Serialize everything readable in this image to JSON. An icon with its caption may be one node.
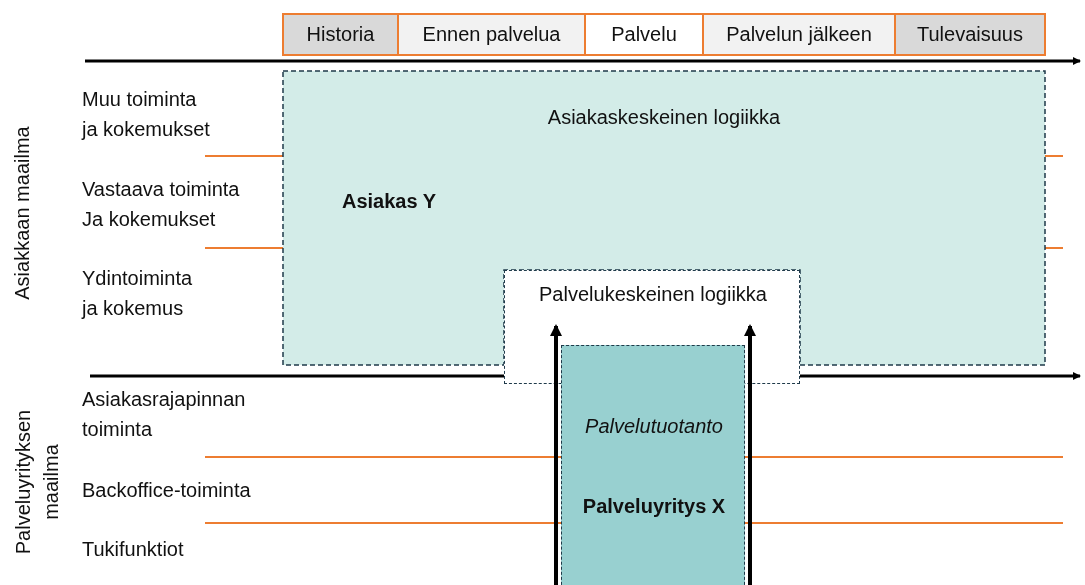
{
  "diagram": {
    "nodes": [
      {
        "text": [
          "Historia"
        ]
      },
      {
        "text": [
          "Ennen palvelua"
        ]
      },
      {
        "text": [
          "Palvelu"
        ]
      },
      {
        "text": [
          "Palvelun jälkeen"
        ]
      },
      {
        "text": [
          "Tulevaisuus"
        ]
      },
      {
        "text": [
          "Asiakaskeskeinen logiikka",
          "Asiakas Y"
        ]
      },
      {
        "text": [
          "Palvelukeskeinen logiikka"
        ]
      },
      {
        "text": [
          "Palvelutuotanto",
          "Palveluyritys X"
        ]
      }
    ],
    "edges": [
      {
        "from": 7,
        "to": 6,
        "arrow": "to"
      },
      {
        "from": 7,
        "to": 6,
        "arrow": "to"
      }
    ],
    "labels": [
      "Asiakkaan maailma",
      "Muu toiminta ja kokemukset",
      "Vastaava toiminta Ja kokemukset",
      "Ydintoiminta ja kokemus",
      "Palveluyrityksen maailma",
      "Asiakasrajapinnan toiminta",
      "Backoffice-toiminta",
      "Tukifunktiot"
    ]
  }
}
